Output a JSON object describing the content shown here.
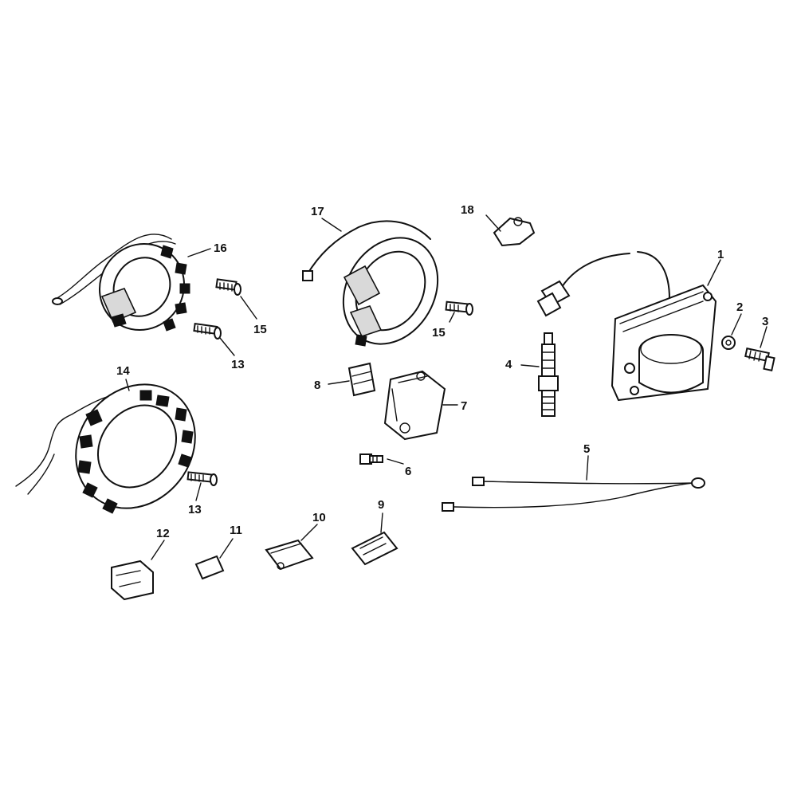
{
  "callouts": {
    "c1": "1",
    "c2": "2",
    "c3": "3",
    "c4": "4",
    "c5": "5",
    "c6": "6",
    "c7": "7",
    "c8": "8",
    "c9": "9",
    "c10": "10",
    "c11": "11",
    "c12": "12",
    "c13a": "13",
    "c13b": "13",
    "c14": "14",
    "c15a": "15",
    "c15b": "15",
    "c16": "16",
    "c17": "17",
    "c18": "18"
  }
}
